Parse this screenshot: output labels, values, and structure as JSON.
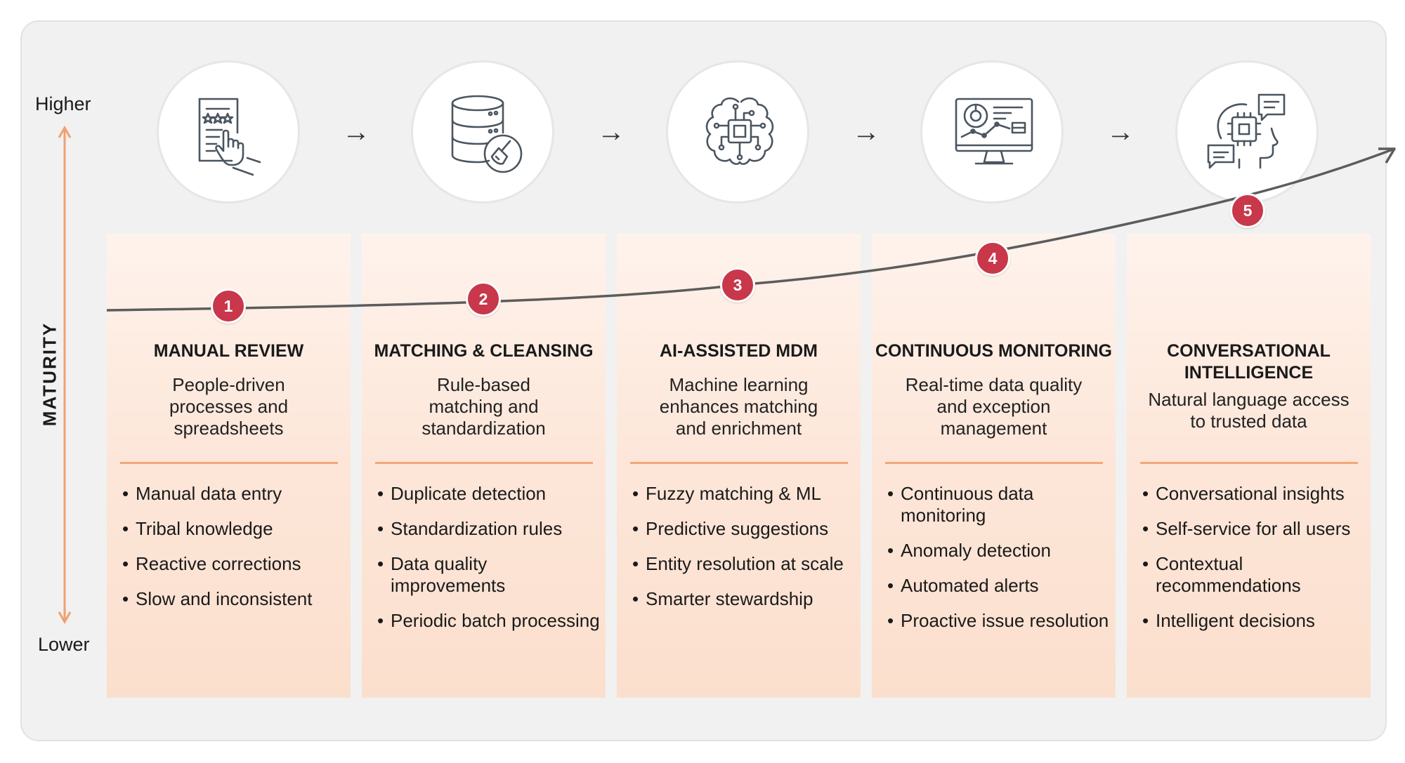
{
  "axis": {
    "top_label": "Higher",
    "bottom_label": "Lower",
    "title": "MATURITY",
    "color": "#f0a070"
  },
  "accent_color": "#c8374a",
  "arrow_glyph": "→",
  "stages": [
    {
      "number": "1",
      "icon": "document-review-icon",
      "title": [
        "MANUAL REVIEW"
      ],
      "description": [
        "People-driven",
        "processes and",
        "spreadsheets"
      ],
      "bullets": [
        "Manual data entry",
        "Tribal knowledge",
        "Reactive corrections",
        "Slow and inconsistent"
      ]
    },
    {
      "number": "2",
      "icon": "database-cleansing-icon",
      "title": [
        "MATCHING & CLEANSING"
      ],
      "description": [
        "Rule-based",
        "matching and",
        "standardization"
      ],
      "bullets": [
        "Duplicate detection",
        "Standardization rules",
        "Data quality improvements",
        "Periodic batch processing"
      ]
    },
    {
      "number": "3",
      "icon": "ai-brain-chip-icon",
      "title": [
        "AI-ASSISTED MDM"
      ],
      "description": [
        "Machine learning",
        "enhances matching",
        "and enrichment"
      ],
      "bullets": [
        "Fuzzy matching & ML",
        "Predictive suggestions",
        "Entity resolution at scale",
        "Smarter stewardship"
      ]
    },
    {
      "number": "4",
      "icon": "monitoring-dashboard-icon",
      "title": [
        "CONTINUOUS MONITORING"
      ],
      "description": [
        "Real-time data quality",
        "and exception",
        "management"
      ],
      "bullets": [
        "Continuous data monitoring",
        "Anomaly detection",
        "Automated alerts",
        "Proactive issue resolution"
      ]
    },
    {
      "number": "5",
      "icon": "conversational-ai-head-icon",
      "title": [
        "CONVERSATIONAL",
        "INTELLIGENCE"
      ],
      "description": [
        "Natural language access",
        "to trusted data"
      ],
      "bullets": [
        "Conversational insights",
        "Self-service for all users",
        "Contextual recommendations",
        "Intelligent decisions"
      ]
    }
  ]
}
